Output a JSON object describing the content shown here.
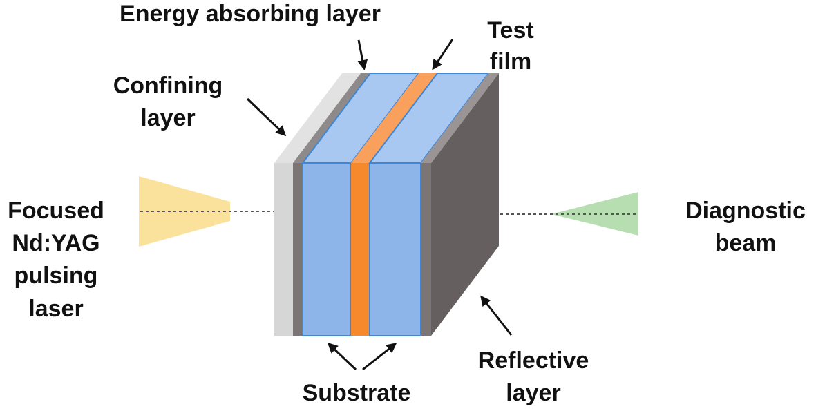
{
  "diagram": {
    "title": "Laser spallation test setup",
    "labels": {
      "energy_absorbing_layer": "Energy absorbing layer",
      "test_film": [
        "Test",
        "film"
      ],
      "confining_layer": [
        "Confining",
        "layer"
      ],
      "laser": [
        "Focused",
        "Nd:YAG",
        "pulsing",
        "laser"
      ],
      "diagnostic_beam": [
        "Diagnostic",
        "beam"
      ],
      "substrate": "Substrate",
      "reflective_layer": [
        "Reflective",
        "layer"
      ]
    },
    "layers": [
      {
        "name": "confining-layer",
        "color": "#d6d6d6",
        "top_color": "#e2e2e2"
      },
      {
        "name": "energy-absorbing-layer",
        "color": "#7c7575",
        "top_color": "#8f8a8a"
      },
      {
        "name": "substrate-left",
        "color": "#8db5ea",
        "top_color": "#a8c8f2"
      },
      {
        "name": "test-film",
        "color": "#f5892c",
        "top_color": "#f9a05c"
      },
      {
        "name": "substrate-right",
        "color": "#8db5ea",
        "top_color": "#a8c8f2"
      },
      {
        "name": "reflective-layer",
        "color": "#7c7575",
        "top_color": "#9a9494"
      }
    ],
    "colors": {
      "laser_beam": "#fbe29c",
      "diagnostic_beam": "#b7deb1",
      "side_face": "#655f5f",
      "substrate_edge": "#3d86d8",
      "arrow": "#111111",
      "dash": "#555555"
    }
  }
}
